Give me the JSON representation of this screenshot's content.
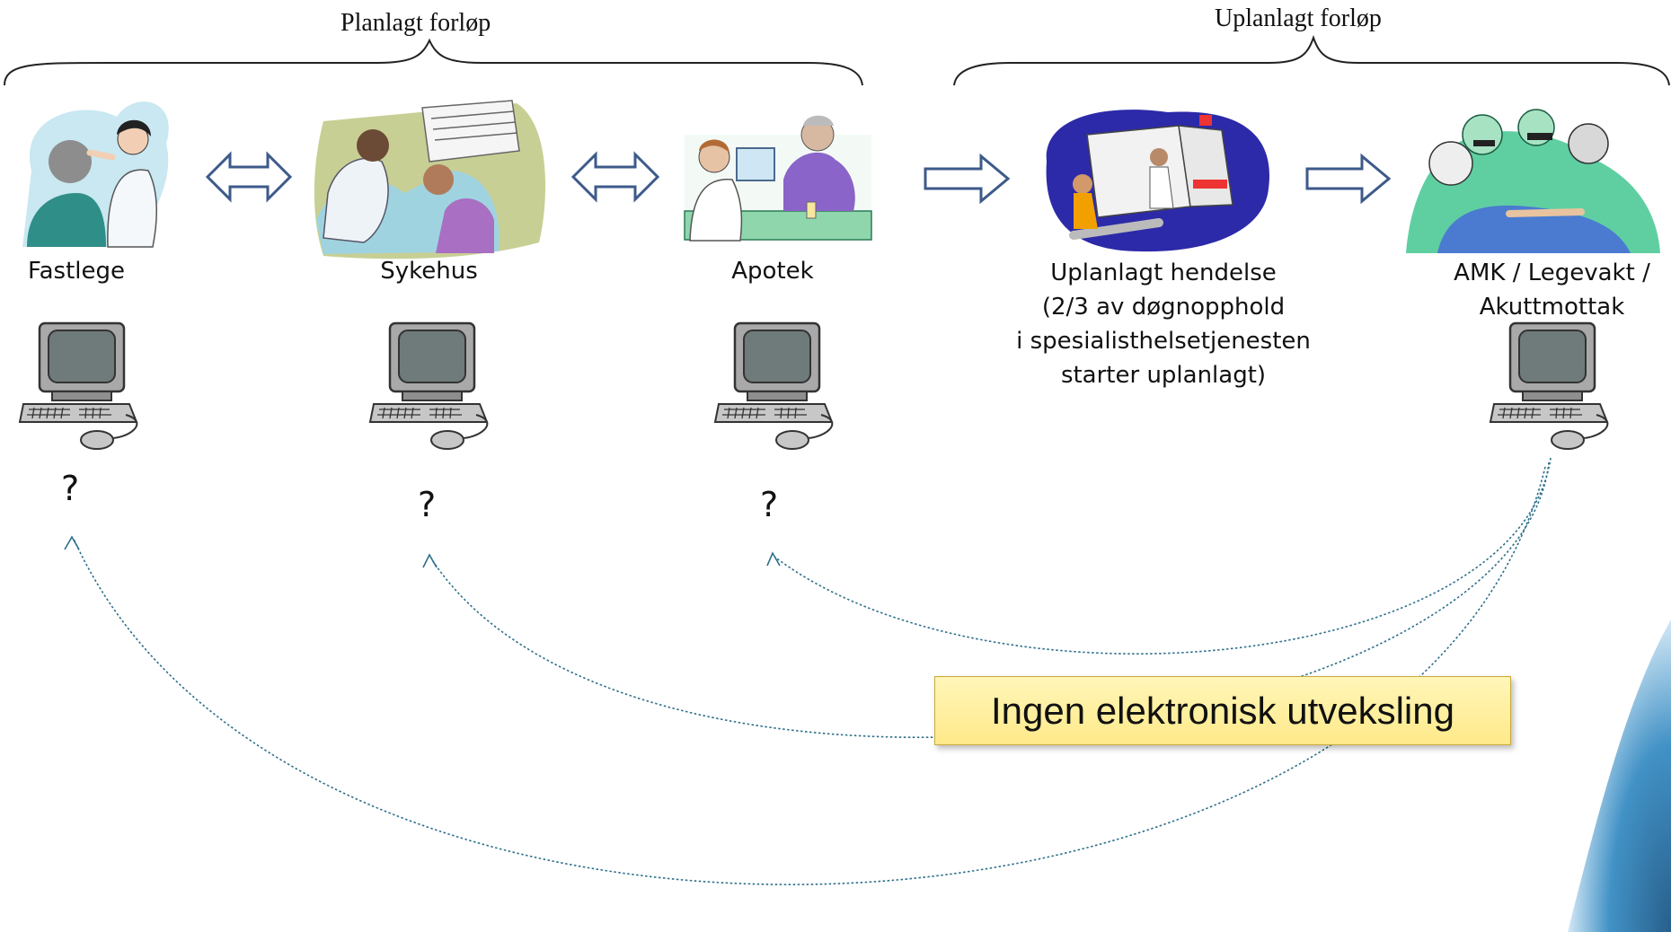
{
  "header": {
    "planned": "Planlagt forløp",
    "unplanned": "Uplanlagt forløp"
  },
  "nodes": [
    {
      "id": "fastlege",
      "label": "Fastlege"
    },
    {
      "id": "sykehus",
      "label": "Sykehus"
    },
    {
      "id": "apotek",
      "label": "Apotek"
    },
    {
      "id": "uplanlagt",
      "label_lines": [
        "Uplanlagt hendelse",
        "(2/3 av døgnopphold",
        "i spesialisthelsetjenesten",
        "starter uplanlagt)"
      ]
    },
    {
      "id": "amk",
      "label_lines": [
        "AMK / Legevakt /",
        "Akuttmottak"
      ]
    }
  ],
  "question_marks": [
    "?",
    "?",
    "?"
  ],
  "callout": "Ingen elektronisk utveksling",
  "colors": {
    "arrow_fill": "#ffffff",
    "arrow_stroke": "#3d5a89",
    "dotted_link": "#2d6f8a",
    "callout_bg": "#ffef9e",
    "brace": "#222222",
    "corner_accent": "#1c6aa0"
  },
  "icons": [
    "doctor-patient-clipart",
    "hospital-care-clipart",
    "pharmacy-clipart",
    "ambulance-clipart",
    "surgery-team-clipart",
    "computer-icon"
  ]
}
